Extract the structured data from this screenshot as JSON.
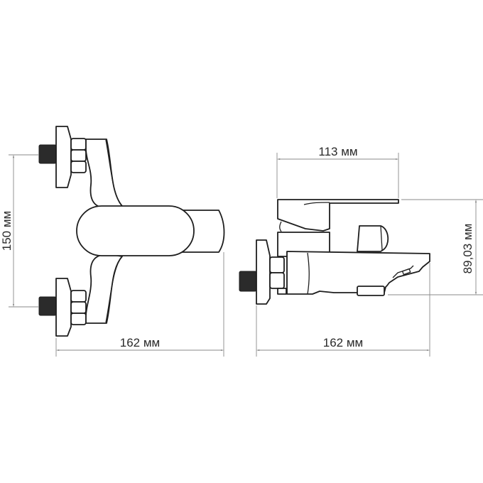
{
  "drawing": {
    "subject": "wall-mounted bath mixer technical dimension drawing",
    "front_view": {
      "height_dimension": {
        "label": "150 мм",
        "value": 150,
        "unit": "мм"
      },
      "width_dimension": {
        "label": "162 мм",
        "value": 162,
        "unit": "мм"
      }
    },
    "side_view": {
      "handle_length_dimension": {
        "label": "113 мм",
        "value": 113,
        "unit": "мм"
      },
      "height_dimension": {
        "label": "89,03 мм",
        "value": 89.03,
        "unit": "мм"
      },
      "width_dimension": {
        "label": "162 мм",
        "value": 162,
        "unit": "мм"
      }
    },
    "colors": {
      "outline": "#1e1e1e",
      "dimension_line": "#8a8a8a",
      "background": "#ffffff",
      "thread": "#2b2b2b"
    }
  }
}
